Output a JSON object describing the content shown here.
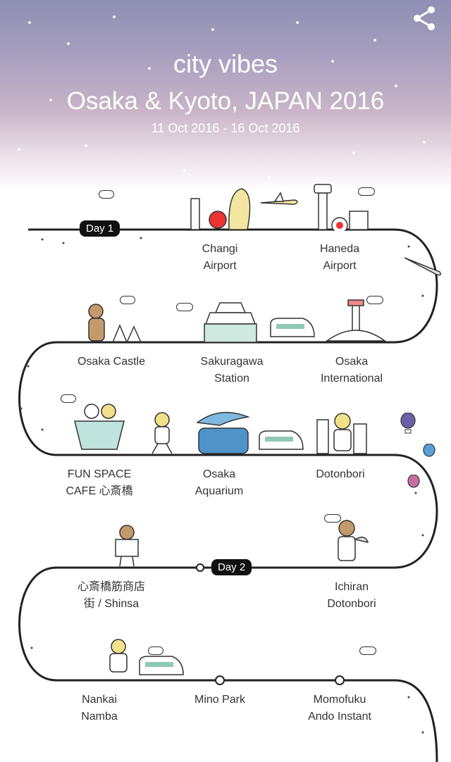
{
  "header": {
    "title": "city vibes",
    "subtitle": "Osaka & Kyoto, JAPAN 2016",
    "dates": "11 Oct 2016 - 16 Oct 2016"
  },
  "days": [
    "Day 1",
    "Day 2"
  ],
  "stops": [
    {
      "line1": "Changi",
      "line2": "Airport"
    },
    {
      "line1": "Haneda",
      "line2": "Airport"
    },
    {
      "line1": "Osaka Castle",
      "line2": ""
    },
    {
      "line1": "Sakuragawa",
      "line2": "Station"
    },
    {
      "line1": "Osaka",
      "line2": "International"
    },
    {
      "line1": "FUN SPACE",
      "line2": "CAFE 心斎橋"
    },
    {
      "line1": "Osaka",
      "line2": "Aquarium"
    },
    {
      "line1": "Dotonbori",
      "line2": ""
    },
    {
      "line1": "心斎橋筋商店",
      "line2": "街 / Shinsa"
    },
    {
      "line1": "Ichiran",
      "line2": "Dotonbori"
    },
    {
      "line1": "Nankai",
      "line2": "Namba"
    },
    {
      "line1": "Mino Park",
      "line2": ""
    },
    {
      "line1": "Momofuku",
      "line2": "Ando Instant"
    }
  ],
  "icons": {
    "share": "share-icon"
  },
  "colors": {
    "sky_top": "#8e8fb3",
    "sky_mid": "#c9b4c8",
    "pill": "#111111",
    "route": "#222222"
  }
}
